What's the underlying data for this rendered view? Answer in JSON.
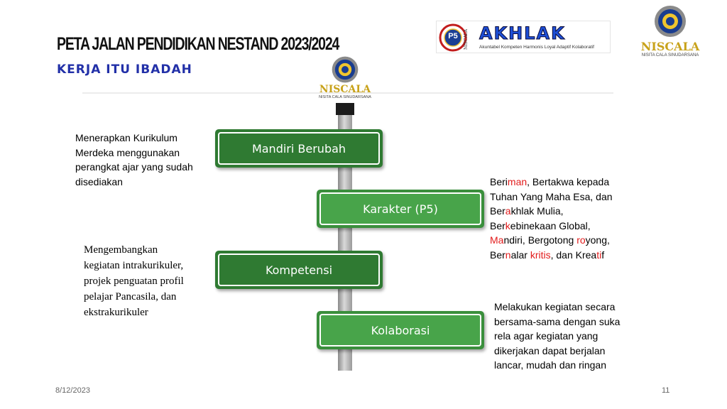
{
  "header": {
    "title": "PETA JALAN PENDIDIKAN NESTAND 2023/2024",
    "subtitle": "KERJA ITU IBADAH"
  },
  "logos": {
    "niscala": {
      "name": "NISCALA",
      "tagline": "NISITA CALA SINUDARSANA"
    },
    "p5": {
      "label": "P5",
      "ring_text": "NISCALA"
    },
    "akhlak": {
      "name": "AKHLAK",
      "tagline": "Akuntabel Kompeten Harmonis Loyal Adaptif Kolaboratif"
    }
  },
  "signs": [
    {
      "label": "Mandiri Berubah"
    },
    {
      "label": "Karakter (P5)"
    },
    {
      "label": "Kompetensi"
    },
    {
      "label": "Kolaborasi"
    }
  ],
  "notes": {
    "mandiri": [
      "Menerapkan Kurikulum",
      "Merdeka menggunakan",
      "perangkat ajar yang sudah",
      "disediakan"
    ],
    "karakter": {
      "l1": [
        "Beri",
        "man",
        ", Bertakwa kepada"
      ],
      "l2": "Tuhan Yang Maha Esa, dan",
      "l3": [
        "Ber",
        "a",
        "khlak Mulia,"
      ],
      "l4": [
        "Ber",
        "k",
        "ebinekaan Global,"
      ],
      "l5": [
        "Ma",
        "ndiri, Bergotong ",
        "ro",
        "yong,"
      ],
      "l6": [
        "Ber",
        "n",
        "alar ",
        "kritis",
        ", dan Krea",
        "ti",
        "f"
      ]
    },
    "kompetensi": [
      "Mengembangkan",
      "kegiatan intrakurikuler,",
      "projek penguatan profil",
      "pelajar Pancasila, dan",
      "ekstrakurikuler"
    ],
    "kolaborasi": [
      "Melakukan kegiatan secara",
      "bersama-sama dengan suka",
      "rela agar kegiatan yang",
      "dikerjakan dapat berjalan",
      "lancar, mudah dan ringan"
    ]
  },
  "footer": {
    "date": "8/12/2023",
    "page": "11"
  },
  "colors": {
    "sign_dark": "#2f7a32",
    "sign_light": "#48a44a",
    "accent_red": "#e21b1b",
    "subtitle_blue": "#2230a8",
    "logo_gold": "#c8a21a"
  }
}
